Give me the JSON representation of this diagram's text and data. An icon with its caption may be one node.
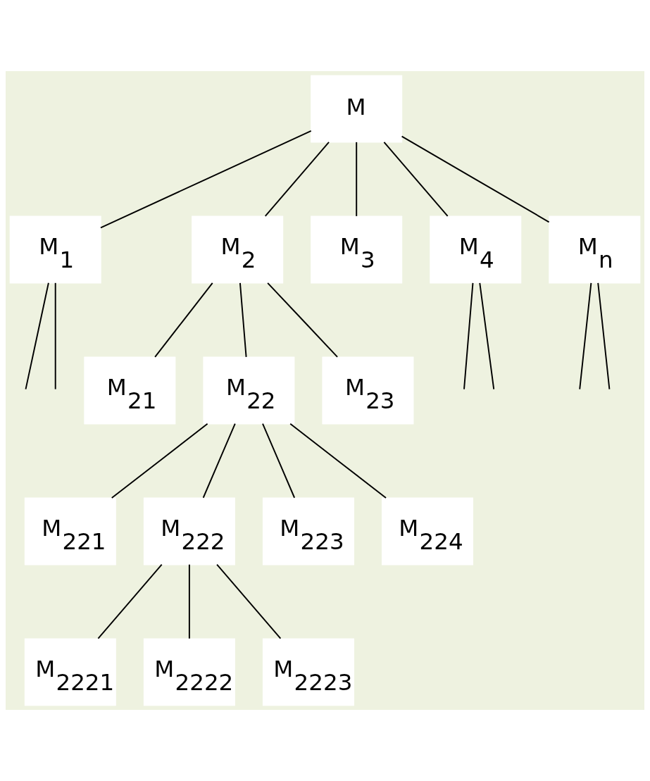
{
  "diagram": {
    "nodes": [
      {
        "text": [
          "M"
        ]
      },
      {
        "text": [
          "M$_{1}$"
        ]
      },
      {
        "text": [
          "M$_{2}$"
        ]
      },
      {
        "text": [
          "M$_{3}$"
        ]
      },
      {
        "text": [
          "M$_{4}$"
        ]
      },
      {
        "text": [
          "M$_{n}$"
        ]
      },
      {
        "text": [
          "M$_{21}$"
        ]
      },
      {
        "text": [
          "M$_{22}$"
        ]
      },
      {
        "text": [
          "M$_{23}$"
        ]
      },
      {
        "text": [
          "M$_{221}$"
        ]
      },
      {
        "text": [
          "M$_{222}$"
        ]
      },
      {
        "text": [
          "M$_{223}$"
        ]
      },
      {
        "text": [
          "M$_{224}$"
        ]
      },
      {
        "text": [
          "M$_{2221}$"
        ]
      },
      {
        "text": [
          "M$_{2222}$"
        ]
      },
      {
        "text": [
          "M$_{2223}$"
        ]
      }
    ],
    "edges": [
      {
        "from": 0,
        "to": 1,
        "arrow": "none"
      },
      {
        "from": 0,
        "to": 2,
        "arrow": "none"
      },
      {
        "from": 0,
        "to": 3,
        "arrow": "none"
      },
      {
        "from": 0,
        "to": 4,
        "arrow": "none"
      },
      {
        "from": 0,
        "to": 5,
        "arrow": "none"
      },
      {
        "from": 1,
        "to": null,
        "arrow": "none"
      },
      {
        "from": 1,
        "to": null,
        "arrow": "none"
      },
      {
        "from": 2,
        "to": 6,
        "arrow": "none"
      },
      {
        "from": 2,
        "to": 7,
        "arrow": "none"
      },
      {
        "from": 2,
        "to": 8,
        "arrow": "none"
      },
      {
        "from": 4,
        "to": null,
        "arrow": "none"
      },
      {
        "from": 4,
        "to": null,
        "arrow": "none"
      },
      {
        "from": 5,
        "to": null,
        "arrow": "none"
      },
      {
        "from": 5,
        "to": null,
        "arrow": "none"
      },
      {
        "from": 7,
        "to": 9,
        "arrow": "none"
      },
      {
        "from": 7,
        "to": 10,
        "arrow": "none"
      },
      {
        "from": 7,
        "to": 11,
        "arrow": "none"
      },
      {
        "from": 7,
        "to": 12,
        "arrow": "none"
      },
      {
        "from": 10,
        "to": 13,
        "arrow": "none"
      },
      {
        "from": 10,
        "to": 14,
        "arrow": "none"
      },
      {
        "from": 10,
        "to": 15,
        "arrow": "none"
      }
    ]
  }
}
